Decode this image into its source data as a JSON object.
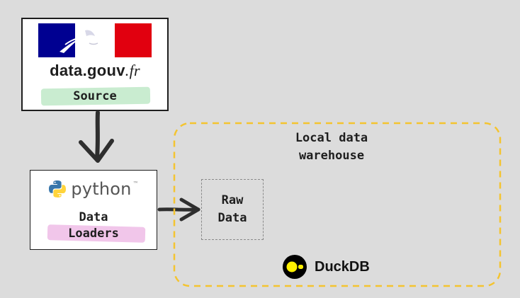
{
  "source": {
    "logo_text_main": "data.gouv",
    "logo_text_tld": ".fr",
    "label": "Source",
    "highlight_color": "#c9ecd0",
    "flag_colors": {
      "blue": "#000091",
      "white": "#ffffff",
      "red": "#e1000f"
    }
  },
  "loaders": {
    "logo_text": "python",
    "logo_tm": "™",
    "label_line1": "Data",
    "label_line2": "Loaders",
    "highlight_color": "#f1c6ea"
  },
  "warehouse": {
    "title_line1": "Local data",
    "title_line2": "warehouse",
    "border_color": "#f4c430",
    "raw_line1": "Raw",
    "raw_line2": "Data",
    "engine_name": "DuckDB",
    "engine_accent": "#fff000"
  }
}
